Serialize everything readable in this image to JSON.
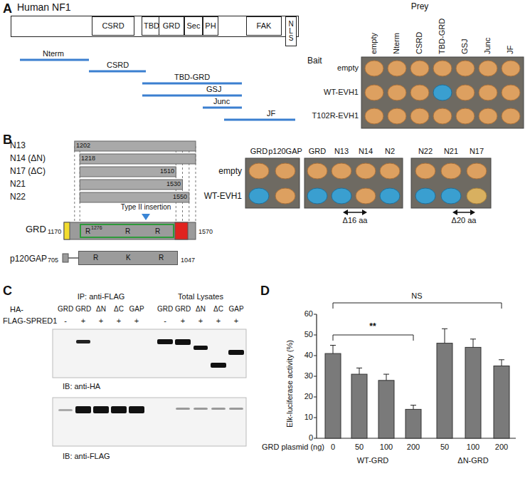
{
  "diagram": {
    "nodes": [
      {
        "text": [
          "Human NF1"
        ]
      },
      {
        "text": [
          "CSRD"
        ],
        "in": 0
      },
      {
        "text": [
          "TBD"
        ],
        "in": 0
      },
      {
        "text": [
          "GRD"
        ],
        "in": 0
      },
      {
        "text": [
          "Sec"
        ],
        "in": 0
      },
      {
        "text": [
          "PH"
        ],
        "in": 0
      },
      {
        "text": [
          "FAK"
        ],
        "in": 0
      },
      {
        "text": [
          "NLS"
        ],
        "in": 0
      },
      {
        "text": [
          "R",
          "1276",
          "R",
          "R"
        ]
      },
      {
        "text": [
          "R",
          "K",
          "R"
        ]
      }
    ],
    "labels": [
      "A",
      "Nterm",
      "CSRD",
      "TBD-GRD",
      "GSJ",
      "Junc",
      "JF",
      "Prey",
      "empty",
      "Nterm",
      "CSRD",
      "TBD-GRD",
      "GSJ",
      "Junc",
      "JF",
      "Bait",
      "empty",
      "WT-EVH1",
      "T102R-EVH1",
      "B",
      "N13",
      "N14 (ΔN)",
      "N17 (ΔC)",
      "N21",
      "N22",
      "1202",
      "1218",
      "1510",
      "1530",
      "1550",
      "Type II insertion",
      "GRD",
      "1170",
      "1570",
      "p120GAP",
      "705",
      "1047",
      "GRD",
      "p120GAP",
      "GRD",
      "N13",
      "N14",
      "N2",
      "N22",
      "N21",
      "N17",
      "empty",
      "WT-EVH1",
      "Δ16 aa",
      "Δ20 aa",
      "C",
      "IP: anti-FLAG",
      "Total Lysates",
      "HA-",
      "GRD",
      "GRD",
      "ΔN",
      "ΔC",
      "GAP",
      "GRD",
      "GRD",
      "ΔN",
      "ΔC",
      "GAP",
      "FLAG-SPRED1",
      "-",
      "+",
      "+",
      "+",
      "+",
      "-",
      "+",
      "+",
      "+",
      "+",
      "IB: anti-HA",
      "IB: anti-FLAG",
      "D",
      "Elk-luciferase activity (%)",
      "0",
      "10",
      "20",
      "30",
      "40",
      "50",
      "60",
      "0",
      "50",
      "100",
      "200",
      "50",
      "100",
      "200",
      "GRD plasmid (ng)",
      "WT-GRD",
      "ΔN-GRD",
      "**",
      "NS"
    ]
  }
}
